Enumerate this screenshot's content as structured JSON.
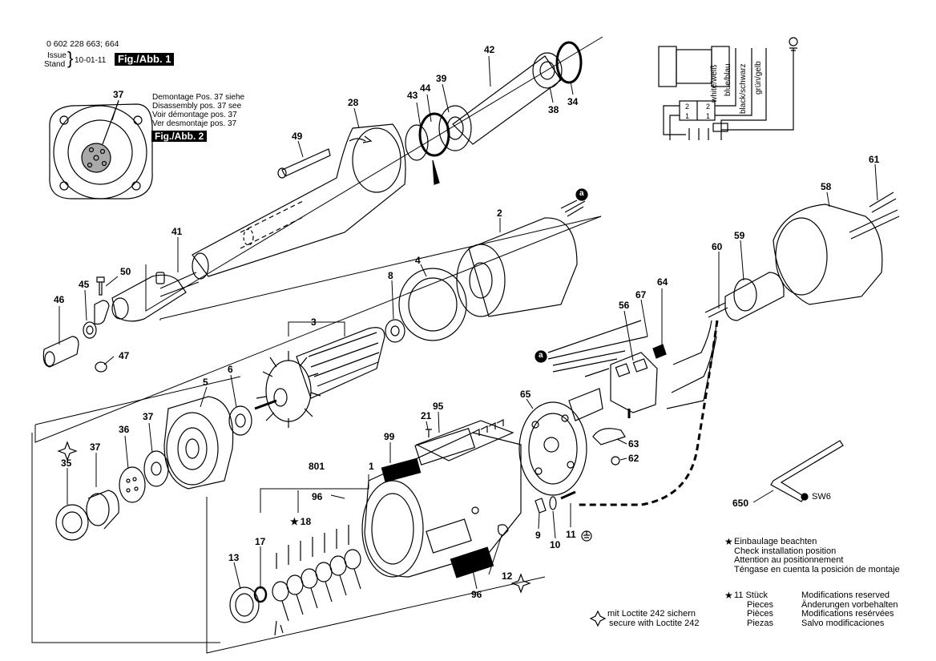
{
  "header": {
    "part_number": "0 602 228 663; 664",
    "issue_label": "Issue",
    "stand_label": "Stand",
    "issue_date": "10-01-11",
    "figure_1": "Fig./Abb. 1",
    "figure_2": "Fig./Abb. 2"
  },
  "disassembly_note": [
    "Demontage Pos. 37 siehe",
    "Disassembly pos. 37 see",
    "Voir démontage pos. 37",
    "Ver desmontaje pos. 37"
  ],
  "wiring": {
    "terminal_2a": "2",
    "terminal_2b": "2",
    "terminal_1a": "1",
    "terminal_1b": "1",
    "wires": [
      "white/weiß",
      "blue/blau",
      "black/schwarz",
      "grün/gelb"
    ]
  },
  "callouts": {
    "p1": "1",
    "p2": "2",
    "p3": "3",
    "p4": "4",
    "p5": "5",
    "p6": "6",
    "p8": "8",
    "p9": "9",
    "p10": "10",
    "p11": "11",
    "p12": "12",
    "p13": "13",
    "p17": "17",
    "p18": "18",
    "p21": "21",
    "p28": "28",
    "p34": "34",
    "p35": "35",
    "p36": "36",
    "p37a": "37",
    "p37b": "37",
    "p37c": "37",
    "p38": "38",
    "p39": "39",
    "p41": "41",
    "p42": "42",
    "p43": "43",
    "p44": "44",
    "p45": "45",
    "p46": "46",
    "p47": "47",
    "p49": "49",
    "p50": "50",
    "p56": "56",
    "p58": "58",
    "p59": "59",
    "p60": "60",
    "p61": "61",
    "p62": "62",
    "p63": "63",
    "p64": "64",
    "p65": "65",
    "p67": "67",
    "p95": "95",
    "p96a": "96",
    "p96b": "96",
    "p99": "99",
    "p650": "650",
    "p801": "801"
  },
  "markers": {
    "a_top": "a",
    "a_mid": "a",
    "sw6": "SW6"
  },
  "legend": {
    "installation": [
      "Einbaulage beachten",
      "Check installation position",
      "Attention au positionnement",
      "Téngase en cuenta la posición de montaje"
    ],
    "quantity": [
      "11 Stück",
      "Pieces",
      "Pièces",
      "Piezas"
    ],
    "modifications": [
      "Modifications reserved",
      "Änderungen vorbehalten",
      "Modifications resérvées",
      "Salvo modificaciones"
    ],
    "loctite": [
      "mit Loctite 242 sichern",
      "secure with Loctite 242"
    ]
  }
}
